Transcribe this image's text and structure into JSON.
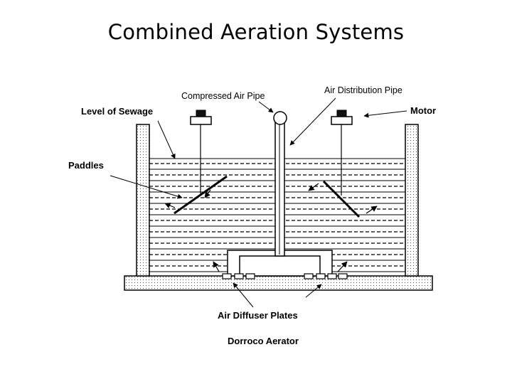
{
  "title": "Combined Aeration Systems",
  "labels": {
    "compressed_air_pipe": "Compressed Air Pipe",
    "air_distribution_pipe": "Air Distribution Pipe",
    "level_of_sewage": "Level of Sewage",
    "motor": "Motor",
    "paddles": "Paddles",
    "air_diffuser_plates": "Air Diffuser Plates",
    "caption": "Dorroco Aerator"
  }
}
